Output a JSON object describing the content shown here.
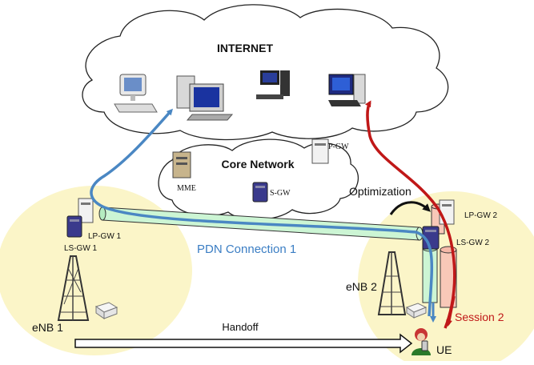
{
  "labels": {
    "internet": "INTERNET",
    "core_network": "Core Network",
    "mme": "MME",
    "sgw": "S-GW",
    "pgw": "P-GW",
    "lpgw1": "LP-GW 1",
    "lsgw1": "LS-GW 1",
    "lpgw2": "LP-GW 2",
    "lsgw2": "LS-GW 2",
    "enb1": "eNB 1",
    "enb2": "eNB 2",
    "pdn_connection": "PDN Connection 1",
    "optimization": "Optimization",
    "handoff": "Handoff",
    "session2": "Session 2",
    "ue": "UE"
  },
  "colors": {
    "cell_fill": "#fbf5c8",
    "pdn_tube": "#ccf5d4",
    "pdn_arrow": "#4a87c3",
    "session_tube": "#f8c8b8",
    "session_arrow": "#c01818",
    "pdn_label": "#3b7ec4",
    "session_label": "#c01818"
  },
  "icons": [
    "terminal-icon",
    "desktop-pc-icon",
    "tower-pc-icon",
    "workstation-pc-icon",
    "server-icon",
    "antenna-tower-icon",
    "router-box-icon",
    "user-phone-icon"
  ]
}
